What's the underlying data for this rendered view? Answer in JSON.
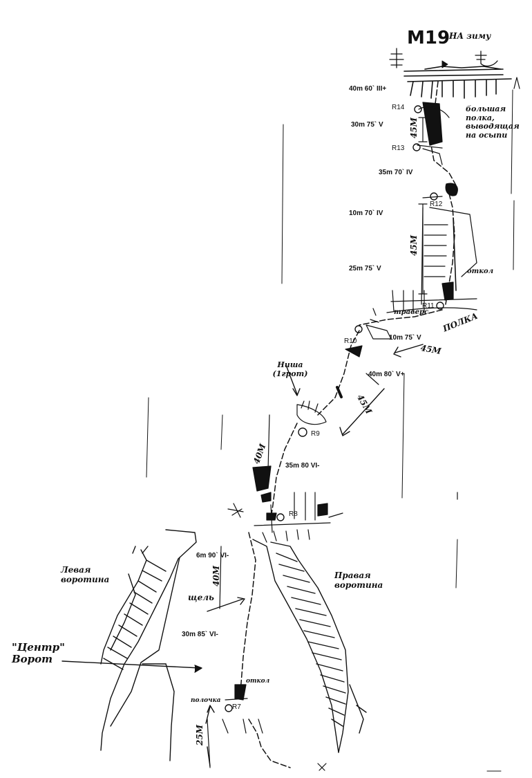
{
  "route": {
    "title": "M19",
    "title_note": "НА зиму",
    "pitches": [
      {
        "id": "p1",
        "text": "40m 60` III+"
      },
      {
        "id": "p2",
        "text": "30m 75` V"
      },
      {
        "id": "p3",
        "text": "35m 70` IV"
      },
      {
        "id": "p4",
        "text": "10m 70` IV"
      },
      {
        "id": "p5",
        "text": "25m 75` V"
      },
      {
        "id": "p6",
        "text": "10m 75` V"
      },
      {
        "id": "p7",
        "text": "40m 80` V+"
      },
      {
        "id": "p8",
        "text": "35m 80 VI-"
      },
      {
        "id": "p9",
        "text": "6m 90` VI-"
      },
      {
        "id": "p10",
        "text": "30m 85` VI-"
      }
    ],
    "stations": [
      "R14",
      "R13",
      "R12",
      "R11",
      "R10",
      "R9",
      "R8",
      "R7"
    ],
    "notes": {
      "big_ledge": "большая полка, выводящая на осыпи",
      "otkol_top": "откол",
      "traverse": "траверс",
      "polka": "ПОЛКА",
      "nisha": "Ниша (1грот)",
      "left_gate": "Левая воротина",
      "right_gate": "Правая воротина",
      "crack": "щель",
      "center": "\"Центр\" Ворот",
      "otkol_bottom": "откол",
      "polochka": "полочка"
    },
    "distances": {
      "d45_top": "45M",
      "d45_mid": "45M",
      "d45_r10": "45M",
      "d45_r9": "45M",
      "d40_r9": "40M",
      "d40_bottom": "40M",
      "d25": "25M"
    }
  }
}
